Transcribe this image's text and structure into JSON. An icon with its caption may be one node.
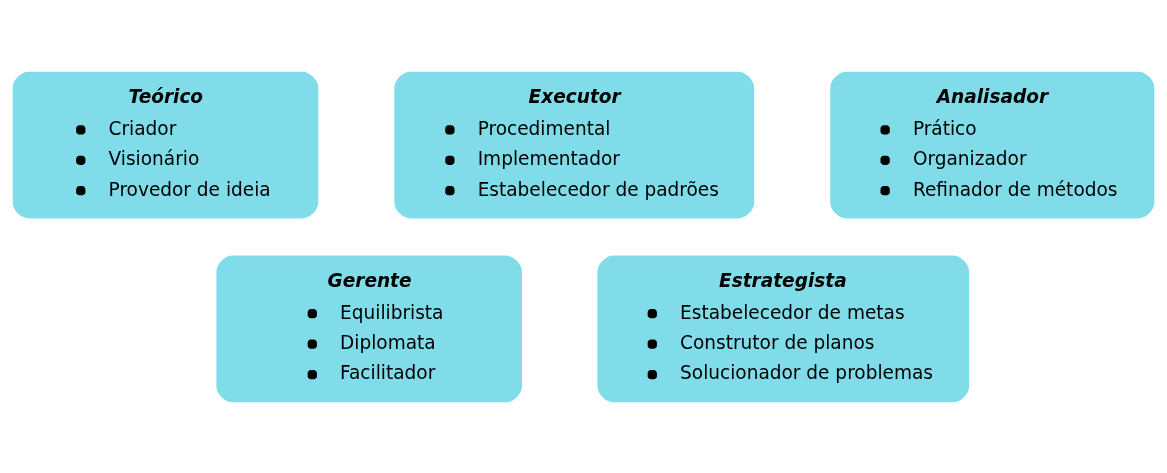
{
  "diagram": {
    "nodes": [
      {
        "text": [
          "Teórico",
          "Criador",
          "Visionário",
          "Provedor de ideia"
        ]
      },
      {
        "text": [
          "Executor",
          "Procedimental",
          "Implementador",
          "Estabelecedor de padrões"
        ]
      },
      {
        "text": [
          "Analisador",
          "Prático",
          "Organizador",
          "Refinador de métodos"
        ]
      },
      {
        "text": [
          "Gerente",
          "Equilibrista",
          "Diplomata",
          "Facilitador"
        ]
      },
      {
        "text": [
          "Estrategista",
          "Estabelecedor de metas",
          "Construtor de planos",
          "Solucionador de problemas"
        ]
      }
    ],
    "edges": []
  }
}
